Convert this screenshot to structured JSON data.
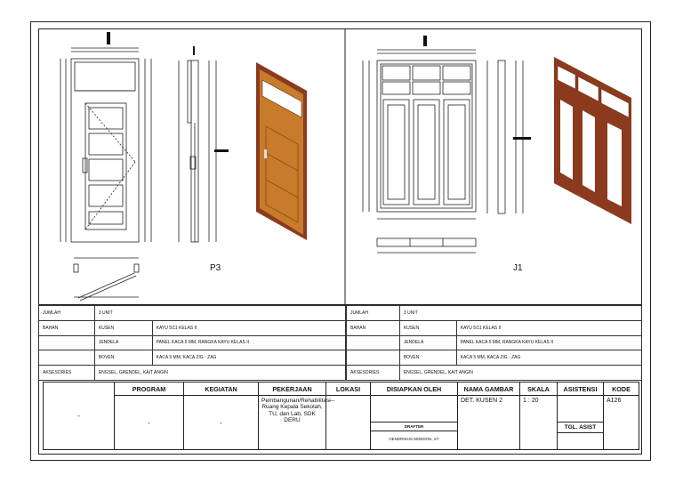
{
  "drawings": {
    "left_label": "P3",
    "right_label": "J1"
  },
  "spec_left": {
    "jumlah_label": "JUMLAH",
    "jumlah_value": "3 UNIT",
    "bahan_label": "BAHAN",
    "kusen_label": "KUSEN",
    "kusen_value": "KAYU 5/11 KELAS II",
    "jendela_label": "JENDELA",
    "jendela_value": "PANEL KACA 5 MM, RANGKA KAYU KELAS II",
    "boven_label": "BOVEN",
    "boven_value": "KACA 5 MM, KACA ZIG - ZAG",
    "aksesories_label": "AKSESORIES",
    "aksesories_value": "ENGSEL, GRENDEL, KAIT ANGIN"
  },
  "spec_right": {
    "jumlah_label": "JUMLAH",
    "jumlah_value": "3 UNIT",
    "bahan_label": "BAHAN",
    "kusen_label": "KUSEN",
    "kusen_value": "KAYU 5/11 KELAS II",
    "jendela_label": "JENDELA",
    "jendela_value": "PANEL KACA 5 MM, RANGKA KAYU KELAS II",
    "boven_label": "BOVEN",
    "boven_value": "KACA 5 MM, KACA ZIG - ZAG",
    "aksesories_label": "AKSESORIES",
    "aksesories_value": "ENGSEL, GRENDEL, KAIT ANGIN"
  },
  "title_block": {
    "headers": {
      "program": "PROGRAM",
      "kegiatan": "KEGIATAN",
      "pekerjaan": "PEKERJAAN",
      "lokasi": "LOKASI",
      "disiapkan": "DISIAPKAN OLEH",
      "nama_gambar": "NAMA GAMBAR",
      "skala": "SKALA",
      "asistensi": "ASISTENSI",
      "kode": "KODE"
    },
    "left_cell": "-",
    "program": "-",
    "kegiatan": "-",
    "pekerjaan": "Pembangunan/Rehabilitasi Ruang Kepala Sekolah, TU, dan Lab, SDK DERU",
    "lokasi": "---",
    "drafter_label": "DRAFTER",
    "drafter_name": "HENDRIKUS MOEDON, ST",
    "nama_gambar": "DET. KUSEN 2",
    "skala": "1 : 20",
    "tgl_asist": "TGL. ASIST",
    "kode": "A126"
  }
}
